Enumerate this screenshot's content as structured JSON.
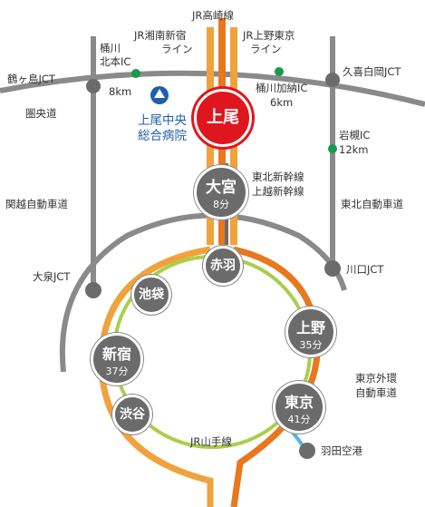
{
  "lines": {
    "takasaki": "JR高崎線",
    "shonan_shinjuku": [
      "JR湘南新宿",
      "ライン"
    ],
    "ueno_tokyo": [
      "JR上野東京",
      "ライン"
    ],
    "shinkansen": [
      "東北新幹線",
      "上越新幹線"
    ],
    "yamanote": "JR山手線"
  },
  "roads": {
    "kenodo": "圏央道",
    "kanetsu": "関越自動車道",
    "tohoku": "東北自動車道",
    "gaikan": [
      "東京外環",
      "自動車道"
    ]
  },
  "junctions": {
    "tsurugashima": "鶴ヶ島JCT",
    "kuki_shiraoka": "久喜白岡JCT",
    "oizumi": "大泉JCT",
    "kawaguchi": "川口JCT"
  },
  "interchanges": {
    "okegawa_kitamoto": {
      "name": [
        "桶川",
        "北本IC"
      ],
      "dist": "8km"
    },
    "okegawa_kano": {
      "name": "桶川加納IC",
      "dist": "6km"
    },
    "iwatsuki": {
      "name": "岩槻IC",
      "dist": "12km"
    }
  },
  "hospital": {
    "name": [
      "上尾中央",
      "総合病院"
    ],
    "icon": "hospital-logo-icon"
  },
  "origin": "上尾",
  "stations": {
    "omiya": {
      "name": "大宮",
      "time": "8分"
    },
    "akabane": {
      "name": "赤羽"
    },
    "ikebukuro": {
      "name": "池袋"
    },
    "shinjuku": {
      "name": "新宿",
      "time": "37分"
    },
    "shibuya": {
      "name": "渋谷"
    },
    "ueno": {
      "name": "上野",
      "time": "35分"
    },
    "tokyo": {
      "name": "東京",
      "time": "41分"
    }
  },
  "airport": "羽田空港",
  "colors": {
    "road": "#8a8a8a",
    "orange_line": "#f0a23c",
    "dark_orange_line": "#e8771e",
    "yamanote": "#a9cf4a",
    "station": "#6b6b6b",
    "origin": "#e0161e",
    "ic_green": "#1a9a4a",
    "hospital_blue": "#1f5fa8"
  }
}
